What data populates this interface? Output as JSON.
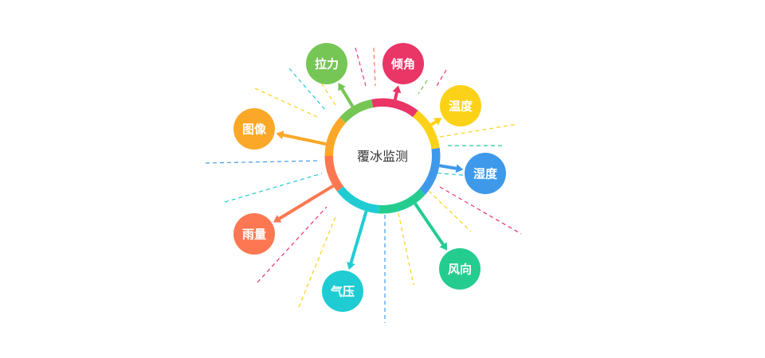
{
  "center": {
    "label": "覆冰监测"
  },
  "nodes": [
    {
      "key": "tension",
      "label": "拉力",
      "color": "#76c655"
    },
    {
      "key": "tilt",
      "label": "倾角",
      "color": "#ea3567"
    },
    {
      "key": "temperature",
      "label": "温度",
      "color": "#fcd218"
    },
    {
      "key": "humidity",
      "label": "湿度",
      "color": "#3f99ea"
    },
    {
      "key": "wind",
      "label": "风向",
      "color": "#24cc90"
    },
    {
      "key": "pressure",
      "label": "气压",
      "color": "#20ccd3"
    },
    {
      "key": "rainfall",
      "label": "雨量",
      "color": "#fd7852"
    },
    {
      "key": "image",
      "label": "图像",
      "color": "#fba828"
    }
  ]
}
